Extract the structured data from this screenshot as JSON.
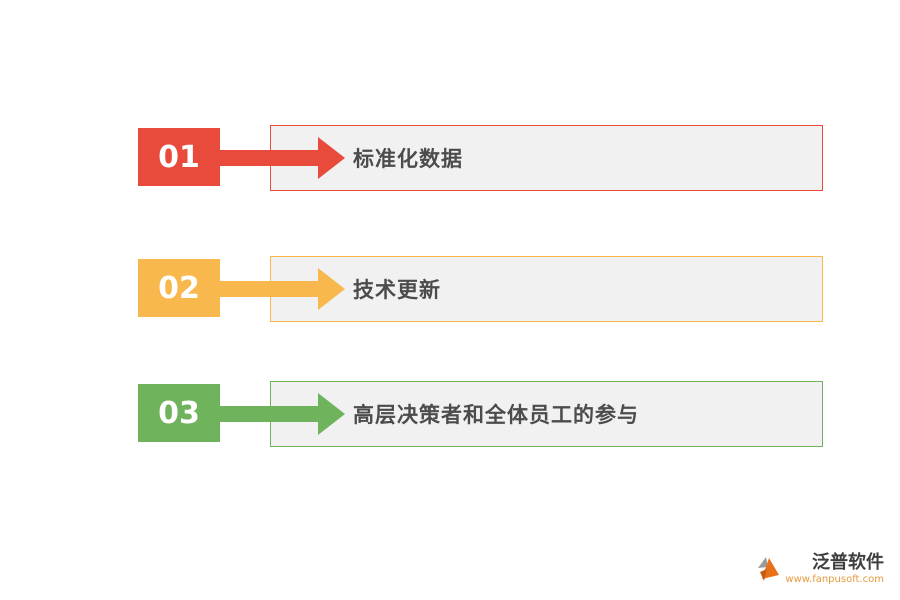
{
  "page": {
    "background_color": "#ffffff",
    "box_background_color": "#f1f1f1",
    "label_text_color": "#4c4c4c"
  },
  "items": [
    {
      "number": "01",
      "label": "标准化数据",
      "color": "#e84b3c"
    },
    {
      "number": "02",
      "label": "技术更新",
      "color": "#f8b84e"
    },
    {
      "number": "03",
      "label": "高层决策者和全体员工的参与",
      "color": "#6fb45c"
    }
  ],
  "footer": {
    "brand": "泛普软件",
    "url": "www.fanpusoft.com",
    "brand_color": "#3f3f3f",
    "url_color": "#e89a3c",
    "icon_orange": "#e8701a",
    "icon_gray": "#9a9a9a"
  }
}
